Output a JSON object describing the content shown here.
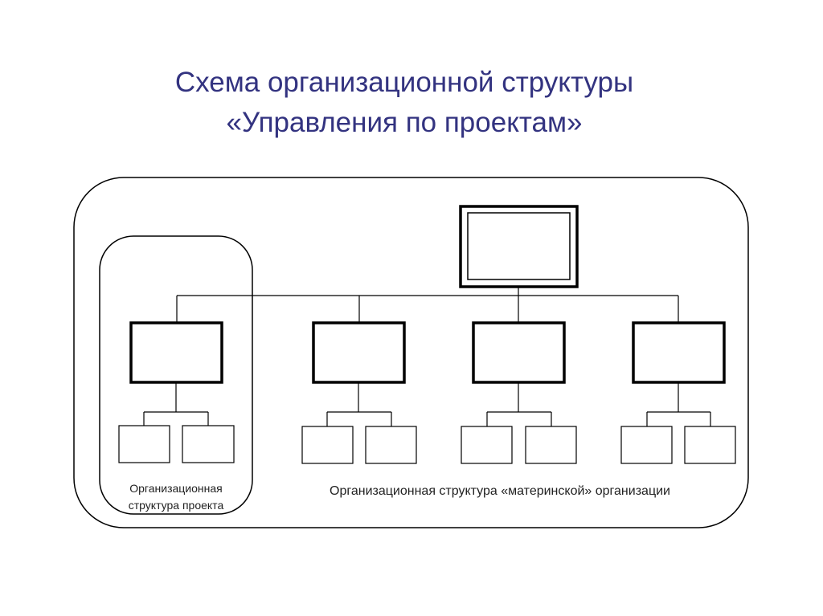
{
  "title": {
    "line1": "Схема организационной структуры",
    "line2": "«Управления по проектам»"
  },
  "labels": {
    "project_structure_line1": "Организационная",
    "project_structure_line2": "структура проекта",
    "parent_structure": "Организационная структура «материнской» организации"
  },
  "colors": {
    "title": "#333380",
    "stroke": "#000000",
    "text": "#222222"
  }
}
